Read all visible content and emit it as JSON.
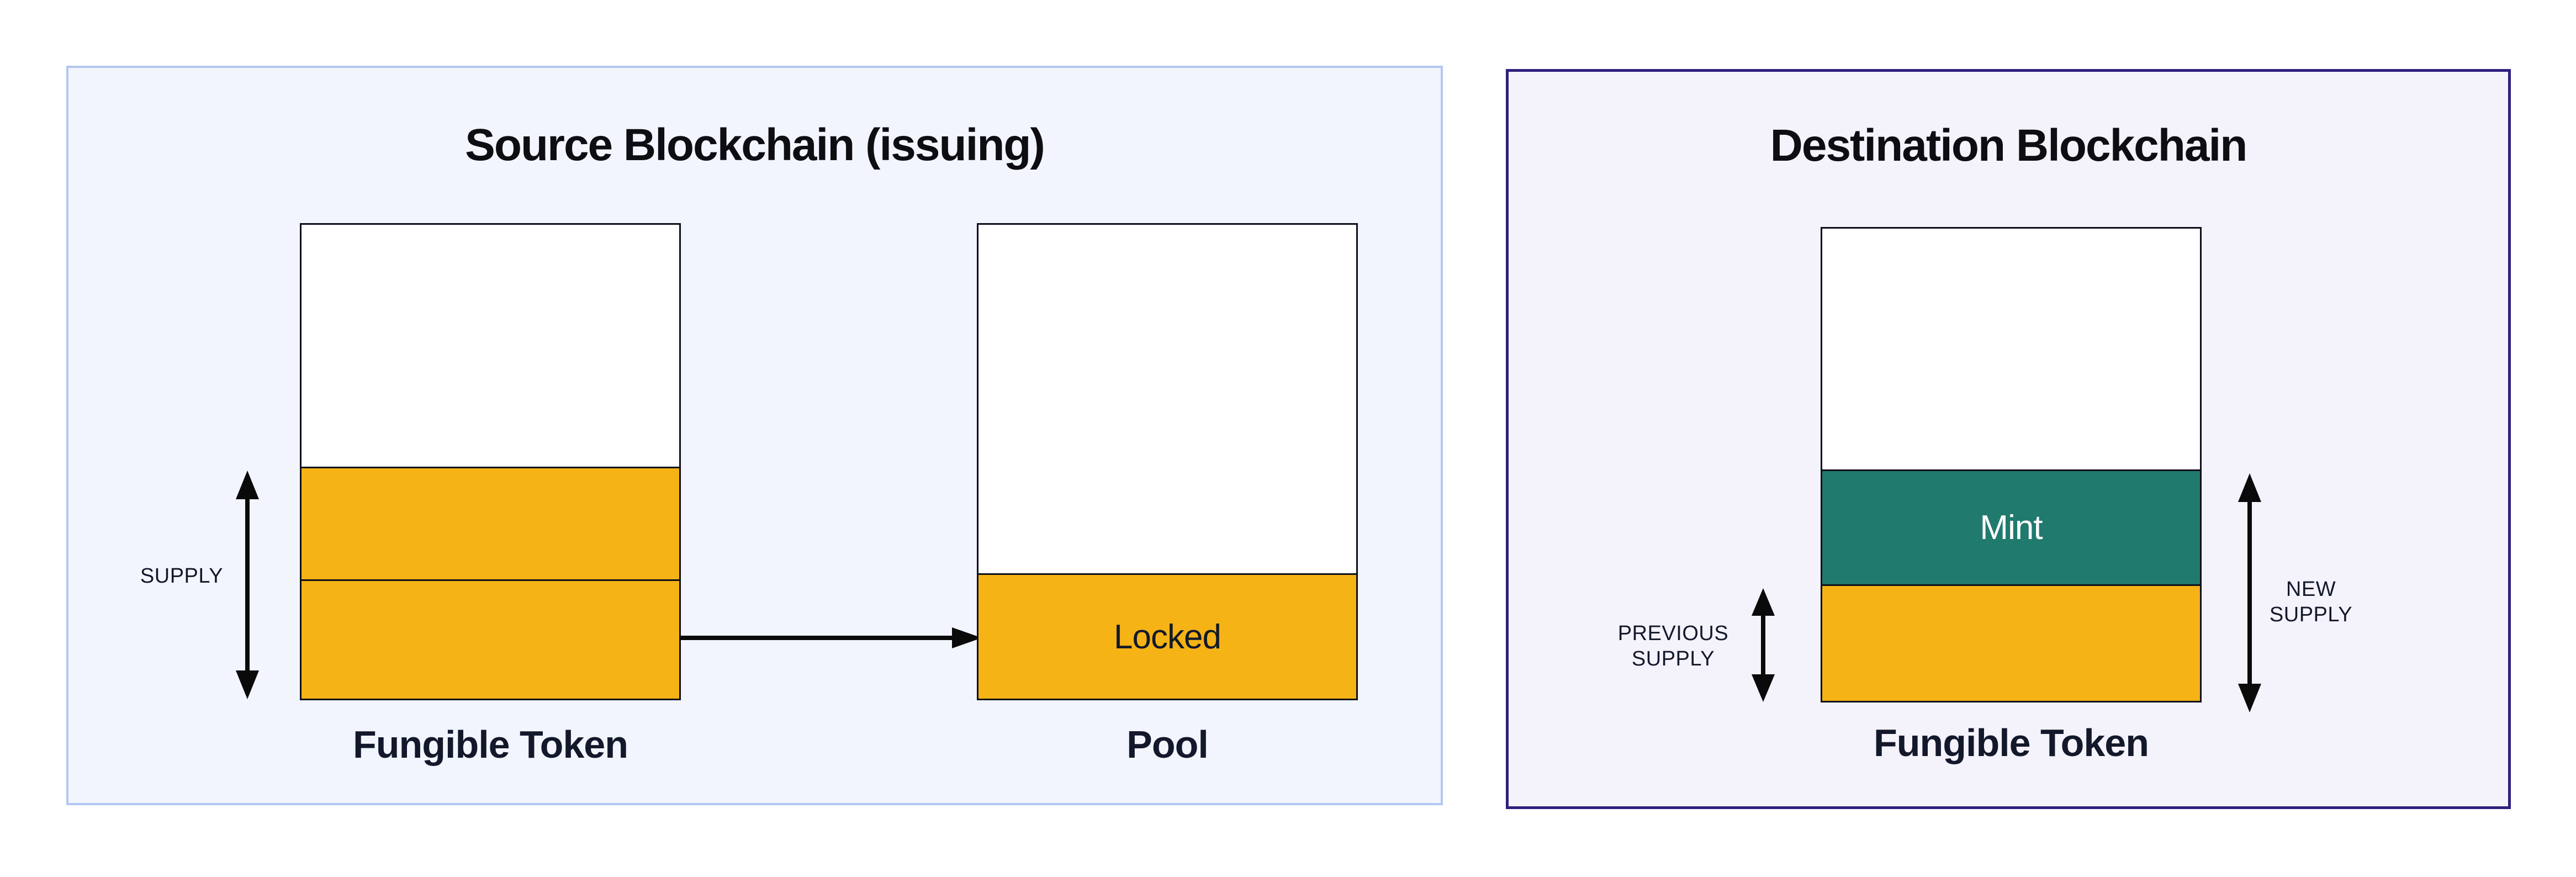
{
  "source_panel": {
    "title": "Source Blockchain (issuing)",
    "supply_label": "SUPPLY",
    "token_box_label": "Fungible Token",
    "pool_box_label": "Pool",
    "locked_label": "Locked"
  },
  "destination_panel": {
    "title": "Destination Blockchain",
    "previous_supply_label": "PREVIOUS SUPPLY",
    "new_supply_label": "NEW SUPPLY",
    "token_box_label": "Fungible Token",
    "mint_label": "Mint"
  },
  "colors": {
    "source_panel_bg": "#F2F5FD",
    "source_panel_border": "#B3C7F0",
    "destination_panel_bg": "#F4F2FB",
    "destination_panel_border": "#2F1F7E",
    "token_yellow": "#F5B315",
    "mint_teal": "#217A6E",
    "box_border": "#0C0F1B",
    "label_text": "#13192B",
    "title_text": "#0D0D12",
    "mint_text": "#FFFFFF",
    "arrow_black": "#0A0A0A",
    "page_bg": "#FFFFFF"
  }
}
